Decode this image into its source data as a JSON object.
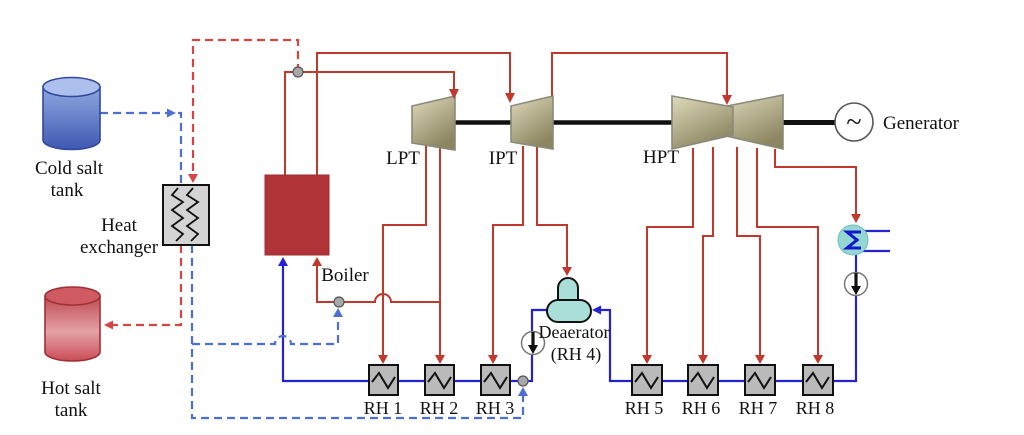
{
  "labels": {
    "cold_tank_line1": "Cold salt",
    "cold_tank_line2": "tank",
    "hot_tank_line1": "Hot salt",
    "hot_tank_line2": "tank",
    "heat_exchanger_line1": "Heat",
    "heat_exchanger_line2": "exchanger",
    "boiler": "Boiler",
    "lpt": "LPT",
    "ipt": "IPT",
    "hpt": "HPT",
    "generator": "Generator",
    "generator_symbol": "~",
    "deaerator_line1": "Deaerator",
    "deaerator_line2": "(RH 4)",
    "rh": [
      "RH 1",
      "RH 2",
      "RH 3",
      "RH 5",
      "RH 6",
      "RH 7",
      "RH 8"
    ]
  },
  "colors": {
    "steam_line_red": "#c1382c",
    "salt_hot_dashed_red": "#d64541",
    "feedwater_blue": "#2323d2",
    "salt_cold_dashed_blue": "#4d6fd2",
    "boiler_fill": "#b03338",
    "turbine_fill_light": "#e0dabd",
    "turbine_fill_dark": "#8b8660",
    "reheater_fill": "#bababa",
    "deaerator_fill": "#a9dfd8",
    "condenser_fill": "#95d8d3",
    "cold_tank_top": "#adbfec",
    "cold_tank_bottom": "#4059b2",
    "hot_tank_top": "#cf5a62",
    "hot_tank_mid": "#e5a2a7",
    "shaft_black": "#111111",
    "junction_dot": "#a8a8a8"
  }
}
